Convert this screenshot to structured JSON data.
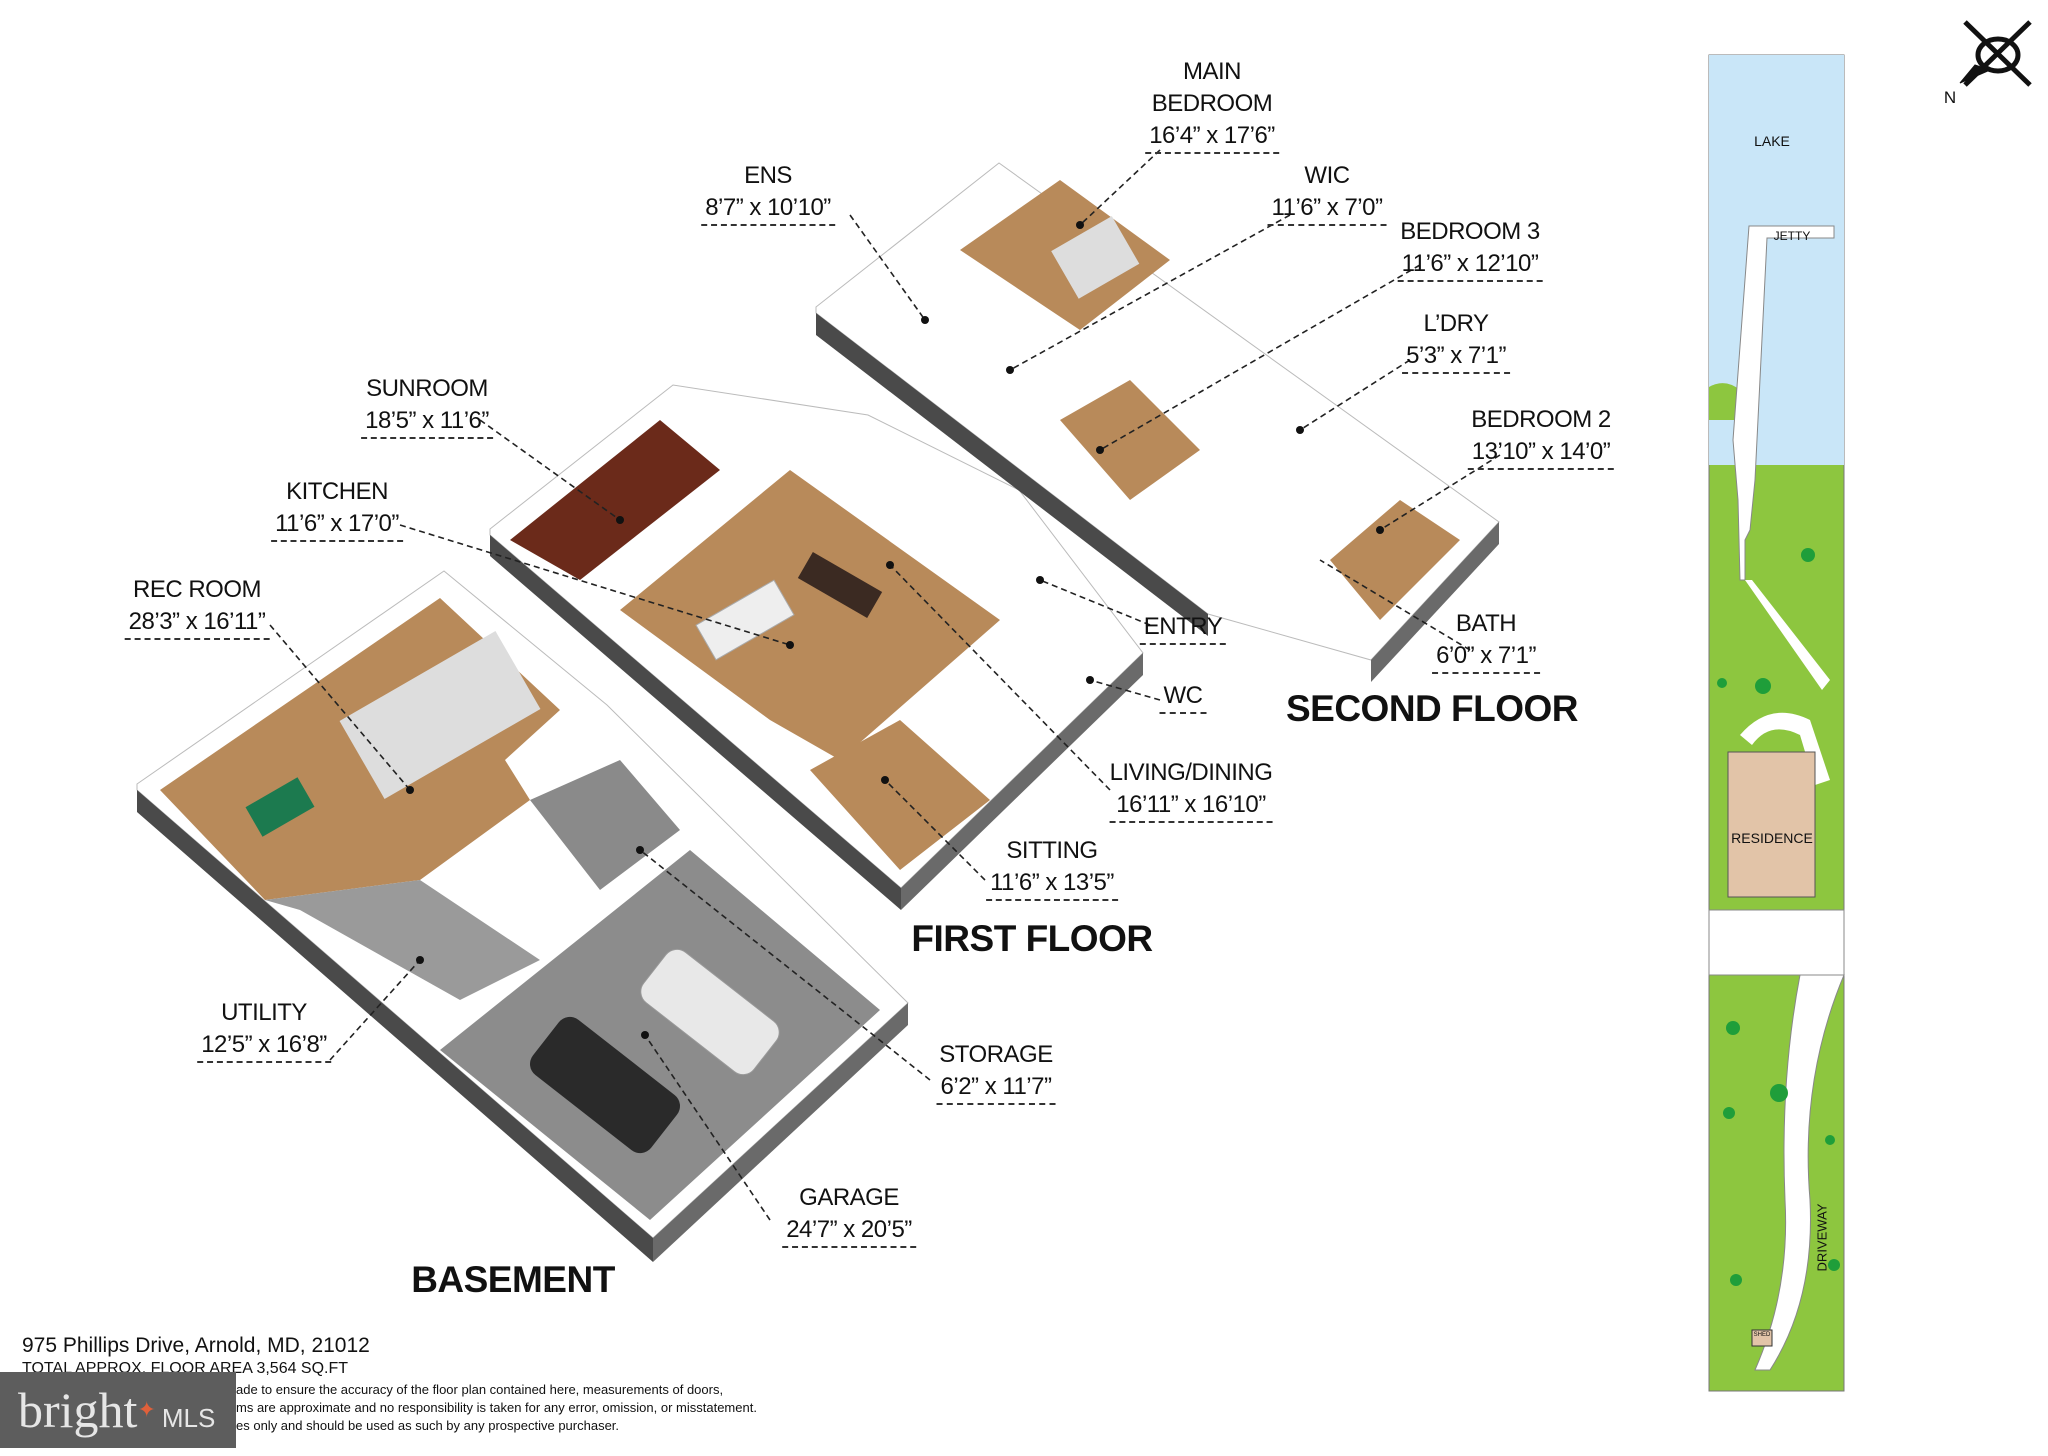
{
  "address": "975 Phillips Drive, Arnold, MD, 21012",
  "total_area": "TOTAL APPROX. FLOOR AREA 3,564 SQ.FT",
  "disclaimer": [
    "ade to ensure the accuracy of the floor plan contained here, measurements of doors,",
    "ms are approximate and no responsibility is taken for any error, omission, or misstatement.",
    "es only and should be used as such by any prospective purchaser."
  ],
  "logo": {
    "brand": "bright",
    "suffix": "MLS",
    "accent": "#e0603a"
  },
  "floors": {
    "basement": "BASEMENT",
    "first": "FIRST FLOOR",
    "second": "SECOND FLOOR"
  },
  "rooms": {
    "main_bedroom": {
      "name": "MAIN\nBEDROOM",
      "name1": "MAIN",
      "name2": "BEDROOM",
      "dim": "16’4” x 17’6”"
    },
    "ens": {
      "name": "ENS",
      "dim": "8’7” x 10’10”"
    },
    "wic": {
      "name": "WIC",
      "dim": "11’6” x 7’0”"
    },
    "bedroom3": {
      "name": "BEDROOM 3",
      "dim": "11’6” x 12’10”"
    },
    "laundry": {
      "name": "L’DRY",
      "dim": "5’3” x 7’1”"
    },
    "bedroom2": {
      "name": "BEDROOM 2",
      "dim": "13’10” x 14’0”"
    },
    "bath": {
      "name": "BATH",
      "dim": "6’0” x 7’1”"
    },
    "sunroom": {
      "name": "SUNROOM",
      "dim": "18’5” x 11’6”"
    },
    "kitchen": {
      "name": "KITCHEN",
      "dim": "11’6” x 17’0”"
    },
    "entry": {
      "name": "ENTRY"
    },
    "wc": {
      "name": "WC"
    },
    "living_dining": {
      "name": "LIVING/DINING",
      "dim": "16’11” x 16’10”"
    },
    "sitting": {
      "name": "SITTING",
      "dim": "11’6” x 13’5”"
    },
    "rec_room": {
      "name": "REC ROOM",
      "dim": "28’3” x 16’11”"
    },
    "utility": {
      "name": "UTILITY",
      "dim": "12’5” x 16’8”"
    },
    "storage": {
      "name": "STORAGE",
      "dim": "6’2” x 11’7”"
    },
    "garage": {
      "name": "GARAGE",
      "dim": "24’7” x 20’5”"
    }
  },
  "site": {
    "lake": "LAKE",
    "jetty": "JETTY",
    "residence": "RESIDENCE",
    "driveway": "DRIVEWAY",
    "shed": "SHED",
    "compass": "N"
  },
  "colors": {
    "lake": "#c9e6f8",
    "lawn": "#8dc63f",
    "tree": "#1f9e3a",
    "residence": "#e2c4a8",
    "wood": "#b88a5a",
    "concrete": "#8c8c8c",
    "wall_side": "#5a5a5a"
  }
}
